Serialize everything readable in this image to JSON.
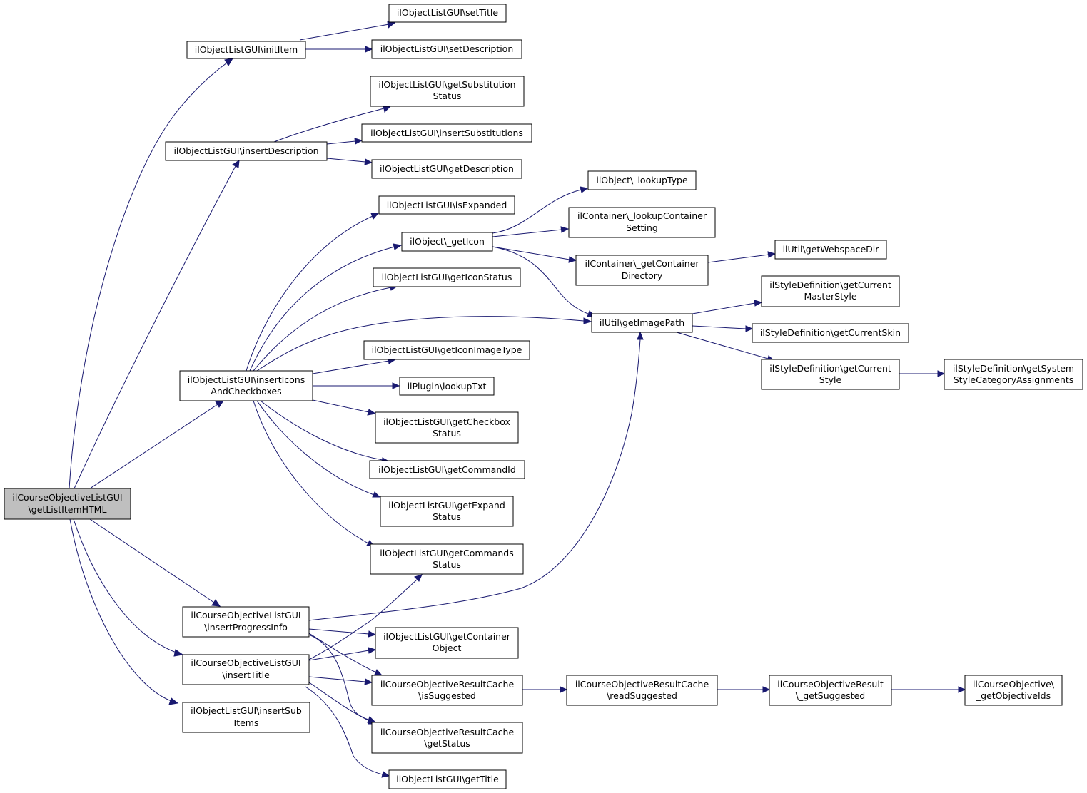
{
  "colors": {
    "edge": "#191970",
    "root_fill": "#bfbfbf",
    "node_fill": "#ffffff"
  },
  "nodes": [
    {
      "id": "root",
      "lines": [
        "ilCourseObjectiveListGUI",
        "\\getListItemHTML"
      ],
      "root": true
    },
    {
      "id": "initItem",
      "lines": [
        "ilObjectListGUI\\initItem"
      ]
    },
    {
      "id": "setTitle",
      "lines": [
        "ilObjectListGUI\\setTitle"
      ]
    },
    {
      "id": "setDescription",
      "lines": [
        "ilObjectListGUI\\setDescription"
      ]
    },
    {
      "id": "getSubstitutionStatus",
      "lines": [
        "ilObjectListGUI\\getSubstitution",
        "Status"
      ]
    },
    {
      "id": "insertDescription",
      "lines": [
        "ilObjectListGUI\\insertDescription"
      ]
    },
    {
      "id": "insertSubstitutions",
      "lines": [
        "ilObjectListGUI\\insertSubstitutions"
      ]
    },
    {
      "id": "getDescription",
      "lines": [
        "ilObjectListGUI\\getDescription"
      ]
    },
    {
      "id": "lookupType",
      "lines": [
        "ilObject\\_lookupType"
      ]
    },
    {
      "id": "isExpanded",
      "lines": [
        "ilObjectListGUI\\isExpanded"
      ]
    },
    {
      "id": "lookupContainerSetting",
      "lines": [
        "ilContainer\\_lookupContainer",
        "Setting"
      ]
    },
    {
      "id": "getIcon",
      "lines": [
        "ilObject\\_getIcon"
      ]
    },
    {
      "id": "getContainerDirectory",
      "lines": [
        "ilContainer\\_getContainer",
        "Directory"
      ]
    },
    {
      "id": "getWebspaceDir",
      "lines": [
        "ilUtil\\getWebspaceDir"
      ]
    },
    {
      "id": "getIconStatus",
      "lines": [
        "ilObjectListGUI\\getIconStatus"
      ]
    },
    {
      "id": "getCurrentMasterStyle",
      "lines": [
        "ilStyleDefinition\\getCurrent",
        "MasterStyle"
      ]
    },
    {
      "id": "getImagePath",
      "lines": [
        "ilUtil\\getImagePath"
      ]
    },
    {
      "id": "getCurrentSkin",
      "lines": [
        "ilStyleDefinition\\getCurrentSkin"
      ]
    },
    {
      "id": "getIconImageType",
      "lines": [
        "ilObjectListGUI\\getIconImageType"
      ]
    },
    {
      "id": "getCurrentStyle",
      "lines": [
        "ilStyleDefinition\\getCurrent",
        "Style"
      ]
    },
    {
      "id": "getSystemStyleCategoryAssignments",
      "lines": [
        "ilStyleDefinition\\getSystem",
        "StyleCategoryAssignments"
      ]
    },
    {
      "id": "insertIconsAndCheckboxes",
      "lines": [
        "ilObjectListGUI\\insertIcons",
        "AndCheckboxes"
      ]
    },
    {
      "id": "lookupTxt",
      "lines": [
        "ilPlugin\\lookupTxt"
      ]
    },
    {
      "id": "getCheckboxStatus",
      "lines": [
        "ilObjectListGUI\\getCheckbox",
        "Status"
      ]
    },
    {
      "id": "getCommandId",
      "lines": [
        "ilObjectListGUI\\getCommandId"
      ]
    },
    {
      "id": "getExpandStatus",
      "lines": [
        "ilObjectListGUI\\getExpand",
        "Status"
      ]
    },
    {
      "id": "getCommandsStatus",
      "lines": [
        "ilObjectListGUI\\getCommands",
        "Status"
      ]
    },
    {
      "id": "insertProgressInfo",
      "lines": [
        "ilCourseObjectiveListGUI",
        "\\insertProgressInfo"
      ]
    },
    {
      "id": "getContainerObject",
      "lines": [
        "ilObjectListGUI\\getContainer",
        "Object"
      ]
    },
    {
      "id": "insertTitle",
      "lines": [
        "ilCourseObjectiveListGUI",
        "\\insertTitle"
      ]
    },
    {
      "id": "isSuggested",
      "lines": [
        "ilCourseObjectiveResultCache",
        "\\isSuggested"
      ]
    },
    {
      "id": "readSuggested",
      "lines": [
        "ilCourseObjectiveResultCache",
        "\\readSuggested"
      ]
    },
    {
      "id": "getSuggested",
      "lines": [
        "ilCourseObjectiveResult",
        "\\_getSuggested"
      ]
    },
    {
      "id": "getObjectiveIds",
      "lines": [
        "ilCourseObjective\\",
        "_getObjectiveIds"
      ]
    },
    {
      "id": "insertSubItems",
      "lines": [
        "ilObjectListGUI\\insertSub",
        "Items"
      ]
    },
    {
      "id": "getStatus",
      "lines": [
        "ilCourseObjectiveResultCache",
        "\\getStatus"
      ]
    },
    {
      "id": "getTitle",
      "lines": [
        "ilObjectListGUI\\getTitle"
      ]
    }
  ],
  "edges": [
    [
      "root",
      "initItem"
    ],
    [
      "root",
      "insertDescription"
    ],
    [
      "root",
      "insertIconsAndCheckboxes"
    ],
    [
      "root",
      "insertProgressInfo"
    ],
    [
      "root",
      "insertTitle"
    ],
    [
      "root",
      "insertSubItems"
    ],
    [
      "initItem",
      "setTitle"
    ],
    [
      "initItem",
      "setDescription"
    ],
    [
      "insertDescription",
      "getSubstitutionStatus"
    ],
    [
      "insertDescription",
      "insertSubstitutions"
    ],
    [
      "insertDescription",
      "getDescription"
    ],
    [
      "insertIconsAndCheckboxes",
      "isExpanded"
    ],
    [
      "insertIconsAndCheckboxes",
      "getIcon"
    ],
    [
      "insertIconsAndCheckboxes",
      "getIconStatus"
    ],
    [
      "insertIconsAndCheckboxes",
      "getImagePath"
    ],
    [
      "insertIconsAndCheckboxes",
      "getIconImageType"
    ],
    [
      "insertIconsAndCheckboxes",
      "lookupTxt"
    ],
    [
      "insertIconsAndCheckboxes",
      "getCheckboxStatus"
    ],
    [
      "insertIconsAndCheckboxes",
      "getCommandId"
    ],
    [
      "insertIconsAndCheckboxes",
      "getExpandStatus"
    ],
    [
      "insertIconsAndCheckboxes",
      "getCommandsStatus"
    ],
    [
      "getIcon",
      "lookupType"
    ],
    [
      "getIcon",
      "lookupContainerSetting"
    ],
    [
      "getIcon",
      "getContainerDirectory"
    ],
    [
      "getIcon",
      "getImagePath"
    ],
    [
      "getContainerDirectory",
      "getWebspaceDir"
    ],
    [
      "getImagePath",
      "getCurrentMasterStyle"
    ],
    [
      "getImagePath",
      "getCurrentSkin"
    ],
    [
      "getImagePath",
      "getCurrentStyle"
    ],
    [
      "getCurrentStyle",
      "getSystemStyleCategoryAssignments"
    ],
    [
      "insertProgressInfo",
      "getImagePath"
    ],
    [
      "insertProgressInfo",
      "getContainerObject"
    ],
    [
      "insertProgressInfo",
      "isSuggested"
    ],
    [
      "insertProgressInfo",
      "getStatus"
    ],
    [
      "insertTitle",
      "getCommandsStatus"
    ],
    [
      "insertTitle",
      "getContainerObject"
    ],
    [
      "insertTitle",
      "isSuggested"
    ],
    [
      "insertTitle",
      "getStatus"
    ],
    [
      "insertTitle",
      "getTitle"
    ],
    [
      "isSuggested",
      "readSuggested"
    ],
    [
      "readSuggested",
      "getSuggested"
    ],
    [
      "getSuggested",
      "getObjectiveIds"
    ]
  ]
}
